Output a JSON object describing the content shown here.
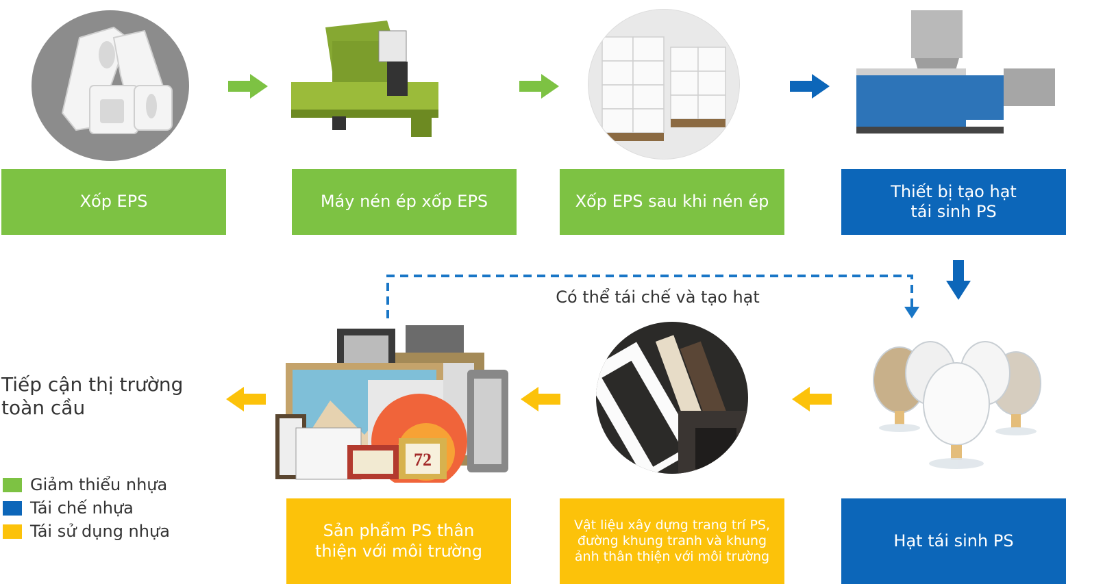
{
  "colors": {
    "reduce": "#7dc243",
    "recycle": "#0c66b9",
    "reuse": "#fcc20a",
    "dash": "#1976c6"
  },
  "steps": {
    "eps_foam": "Xốp EPS",
    "compactor": "Máy nén ép xốp EPS",
    "compressed_eps": "Xốp EPS sau khi nén ép",
    "pelletizer": "Thiết bị tạo hạt tái sinh PS",
    "ps_pellets": "Hạt tái sinh PS",
    "building_materials": "Vật liệu xây dựng trang trí PS, đường khung tranh và khung ảnh thân thiện với môi trường",
    "eco_products": "Sản phẩm PS thân thiện với môi trường"
  },
  "loop_label": "Có thể tái chế và tạo hạt",
  "market_label": "Tiếp cận thị trường toàn cầu",
  "legend": {
    "reduce": "Giảm thiểu nhựa",
    "recycle": "Tái chế nhựa",
    "reuse": "Tái sử dụng nhựa"
  },
  "frame_number": "72"
}
